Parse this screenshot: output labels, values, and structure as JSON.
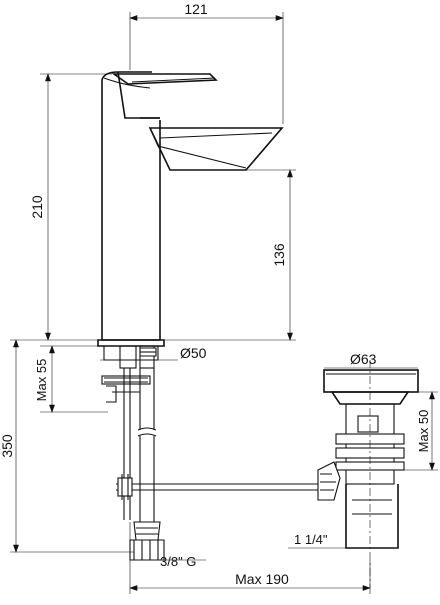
{
  "dimensions": {
    "width_121": "121",
    "height_210": "210",
    "height_136": "136",
    "max_55": "Max 55",
    "dia_50": "Ø50",
    "height_350": "350",
    "dia_63": "Ø63",
    "max_50": "Max 50",
    "thread_1_1_4": "1 1/4\"",
    "thread_3_8_g": "3/8\" G",
    "max_190": "Max 190"
  },
  "colors": {
    "line": "#111111",
    "background": "#ffffff"
  }
}
